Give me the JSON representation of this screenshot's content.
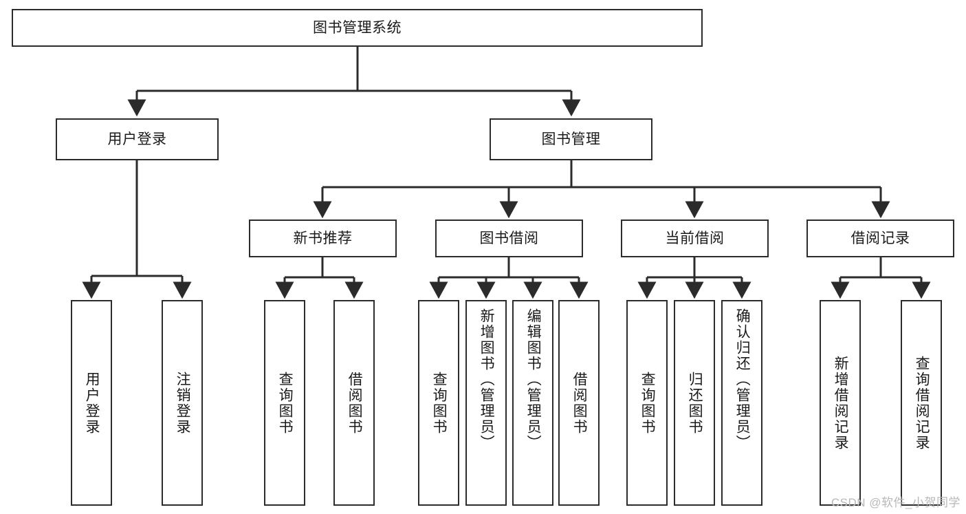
{
  "diagram": {
    "title": "图书管理系统",
    "type": "tree-hierarchy",
    "watermark": "CSDN @软件_小贺同学",
    "colors": {
      "stroke": "#2b2b2b",
      "background": "#ffffff",
      "text": "#1a1a1a",
      "watermark": "#b8b8b8"
    },
    "nodes": {
      "root": {
        "label": "图书管理系统",
        "orientation": "horizontal"
      },
      "level2": [
        {
          "id": "user-login",
          "label": "用户登录",
          "orientation": "horizontal"
        },
        {
          "id": "book-manage",
          "label": "图书管理",
          "orientation": "horizontal"
        }
      ],
      "level3": [
        {
          "id": "new-book-recommend",
          "label": "新书推荐",
          "orientation": "horizontal"
        },
        {
          "id": "book-borrow",
          "label": "图书借阅",
          "orientation": "horizontal"
        },
        {
          "id": "current-borrow",
          "label": "当前借阅",
          "orientation": "horizontal"
        },
        {
          "id": "borrow-record",
          "label": "借阅记录",
          "orientation": "horizontal"
        }
      ],
      "leaves": {
        "user-login": [
          {
            "id": "leaf-user-login",
            "label": "用户登录",
            "orientation": "vertical"
          },
          {
            "id": "leaf-logout",
            "label": "注销登录",
            "orientation": "vertical"
          }
        ],
        "new-book-recommend": [
          {
            "id": "leaf-query-book-1",
            "label": "查询图书",
            "orientation": "vertical"
          },
          {
            "id": "leaf-borrow-book-1",
            "label": "借阅图书",
            "orientation": "vertical"
          }
        ],
        "book-borrow": [
          {
            "id": "leaf-query-book-2",
            "label": "查询图书",
            "orientation": "vertical"
          },
          {
            "id": "leaf-add-book",
            "label": "新增图书（管理员）",
            "orientation": "vertical"
          },
          {
            "id": "leaf-edit-book",
            "label": "编辑图书（管理员）",
            "orientation": "vertical"
          },
          {
            "id": "leaf-borrow-book-2",
            "label": "借阅图书",
            "orientation": "vertical"
          }
        ],
        "current-borrow": [
          {
            "id": "leaf-query-book-3",
            "label": "查询图书",
            "orientation": "vertical"
          },
          {
            "id": "leaf-return-book",
            "label": "归还图书",
            "orientation": "vertical"
          },
          {
            "id": "leaf-confirm-return",
            "label": "确认归还（管理员）",
            "orientation": "vertical"
          }
        ],
        "borrow-record": [
          {
            "id": "leaf-add-record",
            "label": "新增借阅记录",
            "orientation": "vertical"
          },
          {
            "id": "leaf-query-record",
            "label": "查询借阅记录",
            "orientation": "vertical"
          }
        ]
      }
    }
  }
}
